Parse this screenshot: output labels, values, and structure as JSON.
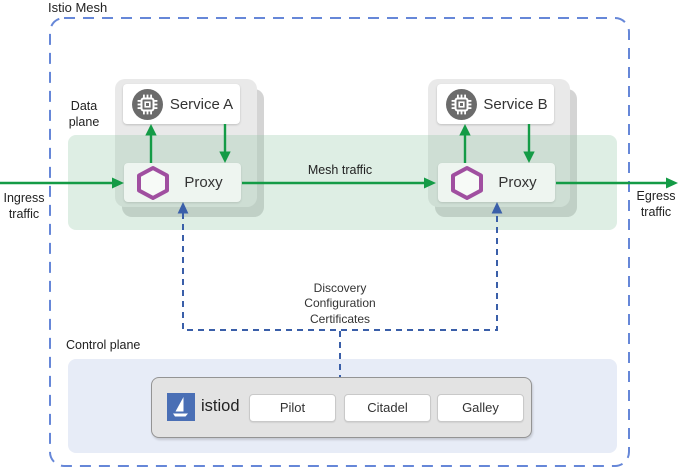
{
  "theme": {
    "green": "#149b46",
    "mesh-border": "#6687d8",
    "connector": "#3a5fa9",
    "envoy": "#a04fa0",
    "istio-blue": "#4a6fb5"
  },
  "mesh": {
    "title": "Istio Mesh"
  },
  "data_plane": {
    "label": "Data plane",
    "services": [
      {
        "name": "Service A",
        "proxy": "Proxy"
      },
      {
        "name": "Service B",
        "proxy": "Proxy"
      }
    ]
  },
  "traffic": {
    "ingress": "Ingress traffic",
    "egress": "Egress traffic",
    "mesh": "Mesh traffic"
  },
  "connector": {
    "lines": [
      "Discovery",
      "Configuration",
      "Certificates"
    ]
  },
  "control_plane": {
    "label": "Control plane",
    "istiod": {
      "label": "istiod",
      "components": [
        "Pilot",
        "Citadel",
        "Galley"
      ]
    }
  },
  "icons": {
    "service": "chip-icon",
    "proxy": "envoy-hexagon-icon",
    "istiod": "istio-sailboat-icon"
  }
}
